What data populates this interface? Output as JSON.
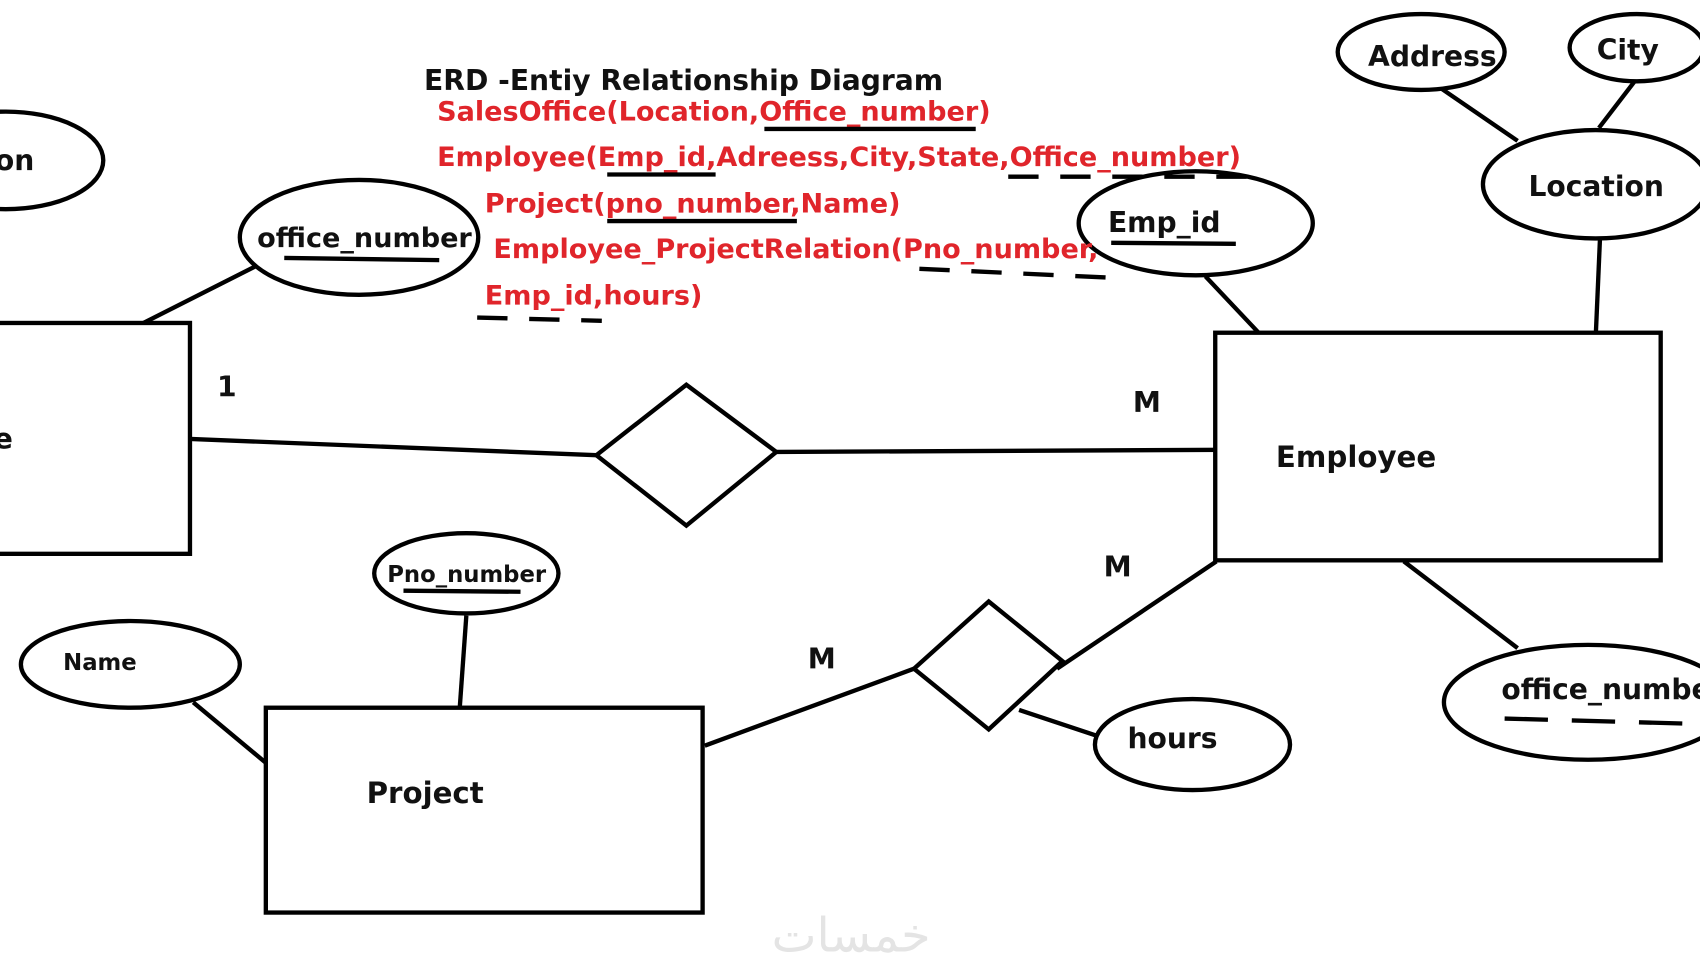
{
  "title": "ERD -Entiy Relationship Diagram",
  "schemas": [
    "SalesOffice(Location,Office_number)",
    "Employee(Emp_id,Adreess,City,State,Office_number)",
    "Project(pno_number,Name)",
    "Employee_ProjectRelation(Pno_number,",
    "Emp_id,hours)"
  ],
  "entities": {
    "sales_office_partial": "e",
    "employee": "Employee",
    "project": "Project"
  },
  "attributes": {
    "location_partial": "on",
    "office_number": "office_number",
    "emp_id": "Emp_id",
    "address": "Address",
    "city": "City",
    "location": "Location",
    "office_number_fk": "office_numbe",
    "pno_number": "Pno_number",
    "name": "Name",
    "hours": "hours"
  },
  "cardinalities": {
    "sales_office": "1",
    "employee_office": "M",
    "employee_project": "M",
    "project": "M"
  },
  "watermark": "خمسات",
  "colors": {
    "schema_text": "#e0252b",
    "lines": "#000000"
  }
}
